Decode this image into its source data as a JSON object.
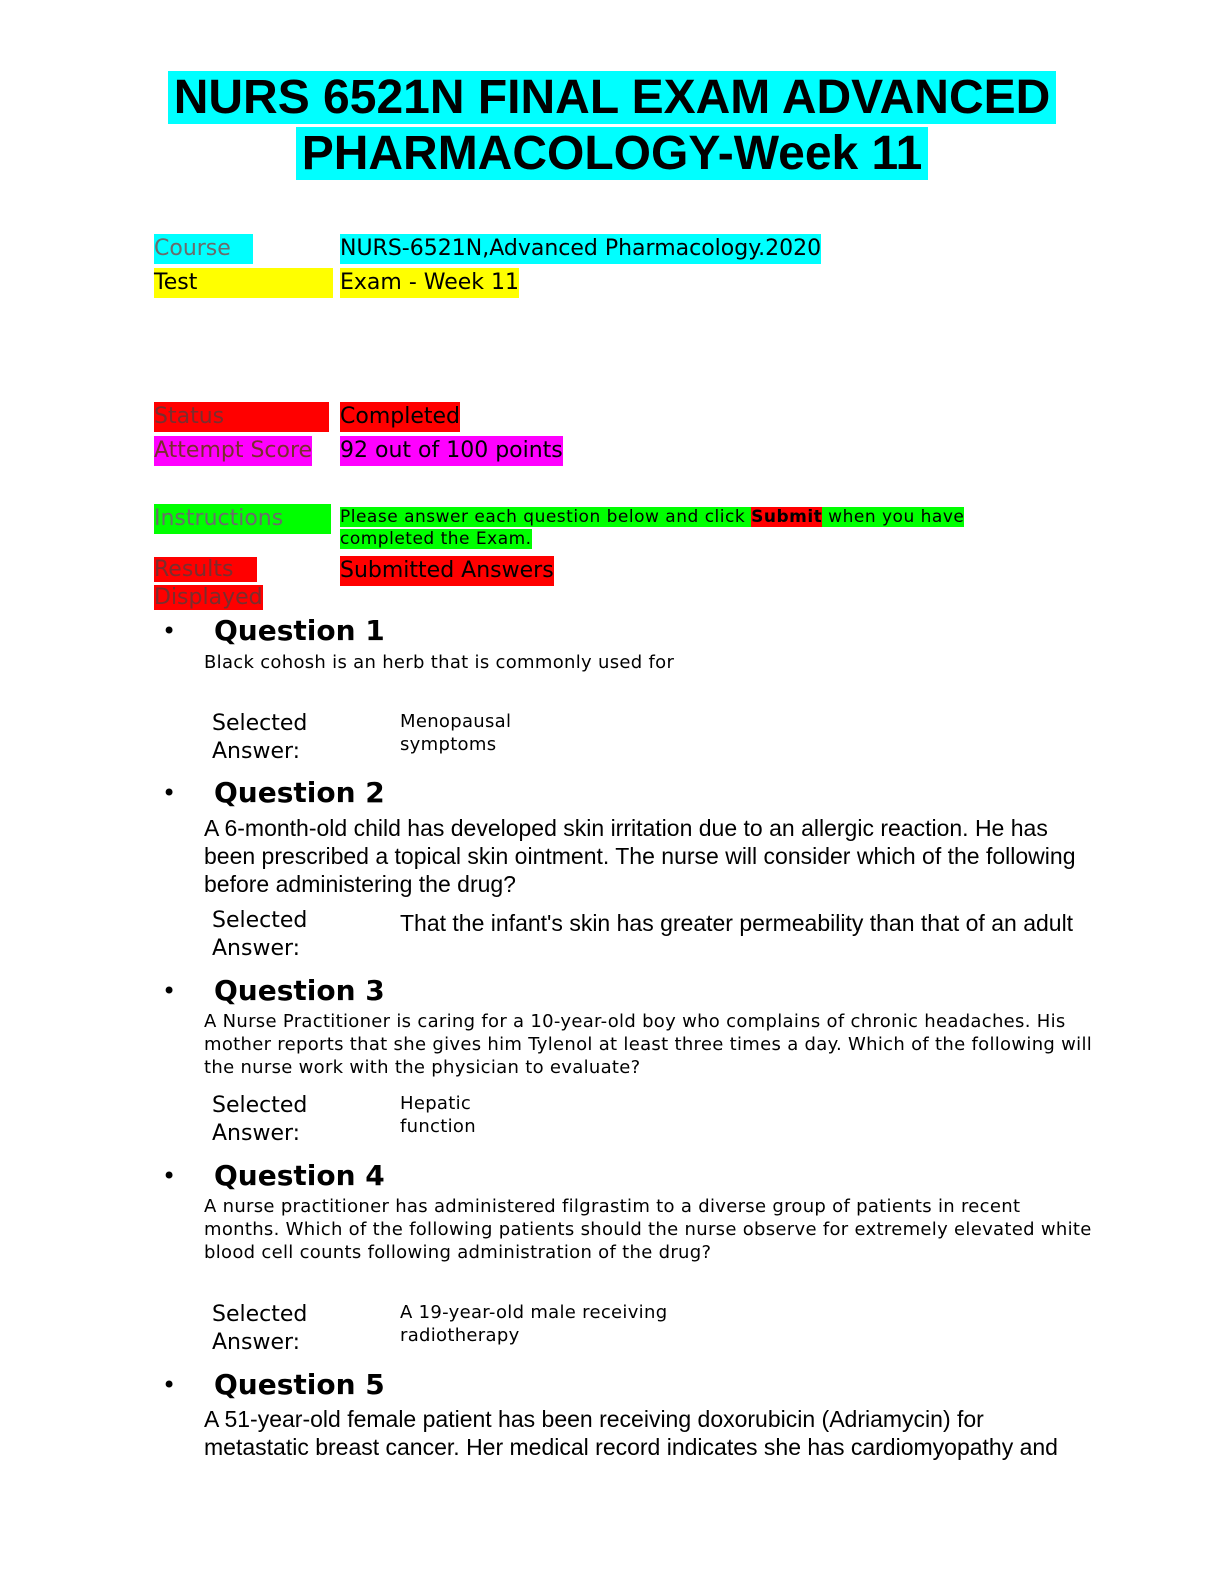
{
  "title": {
    "line1": "NURS 6521N FINAL EXAM ADVANCED",
    "line2": "PHARMACOLOGY-Week 11"
  },
  "meta": {
    "course_label": "Course",
    "course_value": "NURS-6521N,Advanced Pharmacology.2020",
    "test_label": "Test",
    "test_value": "Exam - Week 11",
    "status_label": "Status",
    "status_value": "Completed",
    "score_label": "Attempt Score",
    "score_value": "92 out of 100 points",
    "instructions_label": "Instructions",
    "instructions_pre": "Please answer each question below and click ",
    "instructions_submit": "Submit",
    "instructions_post": " when you have completed the Exam.",
    "results_label_line1": "Results",
    "results_label_line2": "Displayed",
    "results_value": "Submitted Answers"
  },
  "bullet": "•",
  "selected_label_line1": "Selected",
  "selected_label_line2": "Answer:",
  "questions": [
    {
      "heading": "Question 1",
      "text": "Black cohosh is an herb that is commonly used for",
      "answer_line1": "Menopausal",
      "answer_line2": "symptoms"
    },
    {
      "heading": "Question 2",
      "text": "A 6-month-old child has developed skin irritation due to an allergic reaction. He has been prescribed a topical skin ointment. The nurse will consider which of the following before administering the drug?",
      "answer": "That the infant's skin has greater permeability than that of an adult"
    },
    {
      "heading": "Question 3",
      "text": "A Nurse Practitioner is caring for a 10-year-old boy who complains of chronic headaches. His mother reports that she gives him Tylenol at least three times a day. Which of the following will the nurse work with the physician to evaluate?",
      "answer_line1": "Hepatic",
      "answer_line2": "function"
    },
    {
      "heading": "Question 4",
      "text": "A nurse practitioner has administered filgrastim to a diverse group of patients in recent months. Which of the following patients should the nurse observe for extremely elevated white blood cell counts following administration of the drug?",
      "answer_line1": "A 19-year-old male receiving",
      "answer_line2": "radiotherapy"
    },
    {
      "heading": "Question 5",
      "text": "A 51-year-old female patient has been receiving doxorubicin (Adriamycin) for metastatic breast cancer. Her medical record indicates she has cardiomyopathy and"
    }
  ]
}
